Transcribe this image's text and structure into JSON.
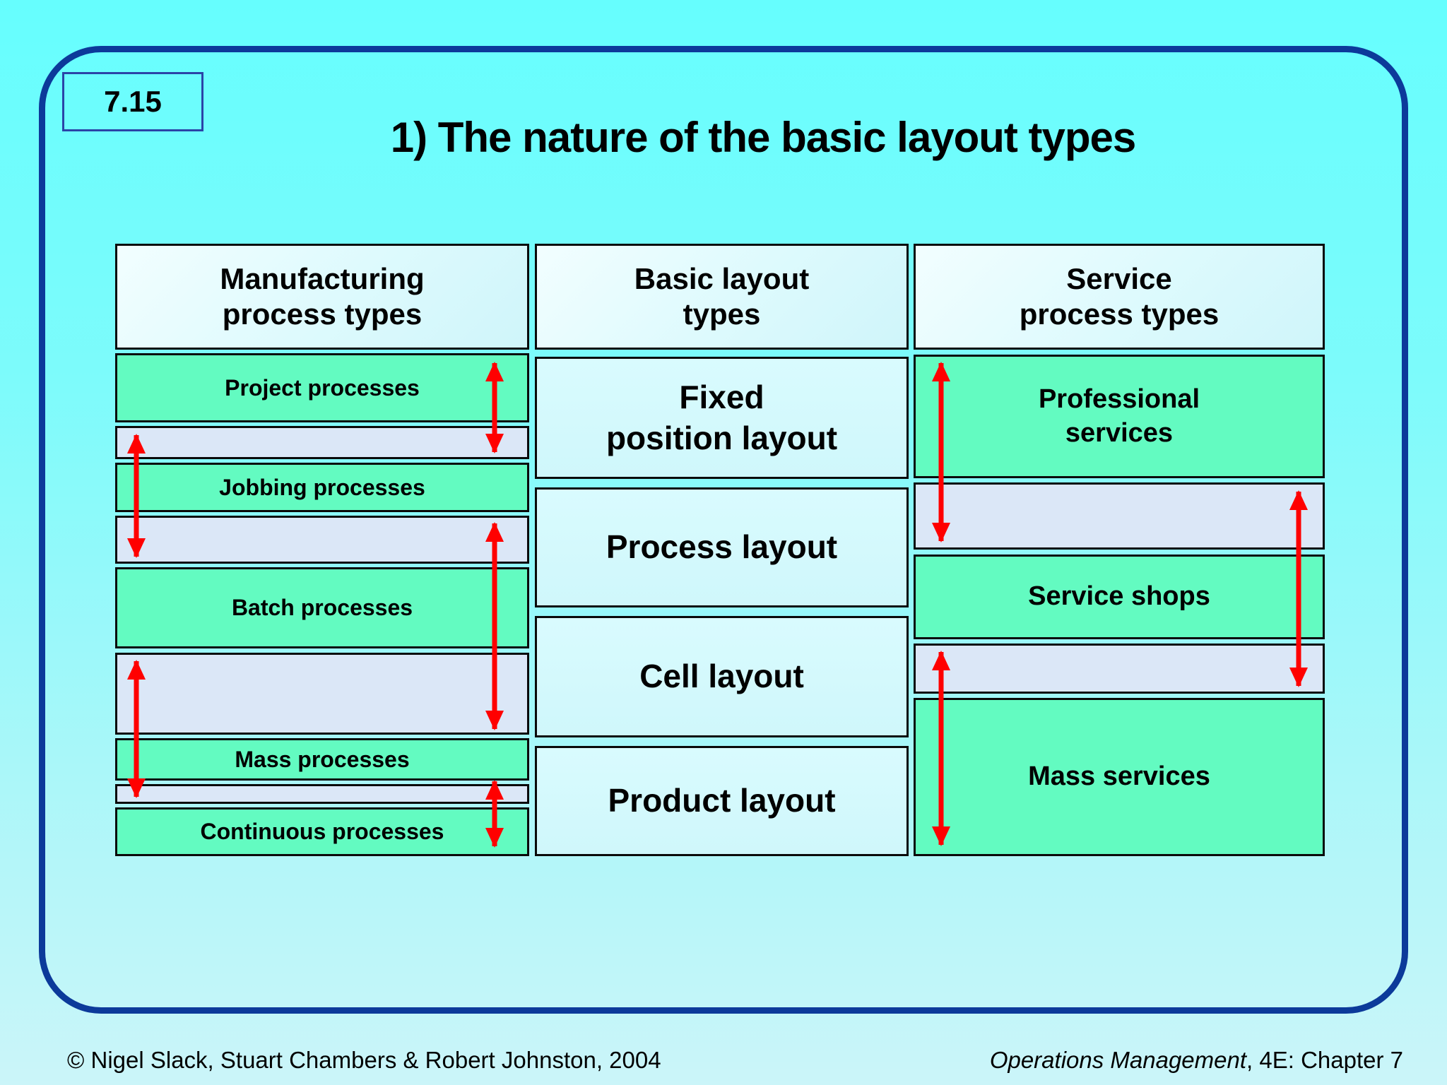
{
  "slide": {
    "number": "7.15",
    "title": "1) The nature of the basic layout types"
  },
  "columns": {
    "manufacturing": {
      "header": "Manufacturing\nprocess types",
      "items": [
        "Project processes",
        "Jobbing processes",
        "Batch processes",
        "Mass processes",
        "Continuous processes"
      ]
    },
    "layout": {
      "header": "Basic layout\ntypes",
      "items": [
        "Fixed\nposition layout",
        "Process layout",
        "Cell layout",
        "Product layout"
      ]
    },
    "service": {
      "header": "Service\nprocess types",
      "items": [
        "Professional\nservices",
        "Service shops",
        "Mass services"
      ]
    }
  },
  "arrows": {
    "color": "#FF0000",
    "style": "double-headed vertical overlap arrows",
    "count_manufacturing_column": 5,
    "count_service_column": 3
  },
  "footer": {
    "copyright": "© Nigel Slack, Stuart Chambers & Robert Johnston, 2004",
    "book_title": "Operations Management",
    "book_suffix": ", 4E: Chapter 7"
  },
  "colors": {
    "background_top": "#66FEFE",
    "background_bottom": "#CBF5F9",
    "frame_border": "#0C3A9A",
    "box_border": "#000000",
    "process_box_green": "#63FBC1",
    "overlap_gap_box": "#DBE7F7",
    "layout_box_cyan": "#D9FBFE",
    "arrow_red": "#FF0000"
  }
}
